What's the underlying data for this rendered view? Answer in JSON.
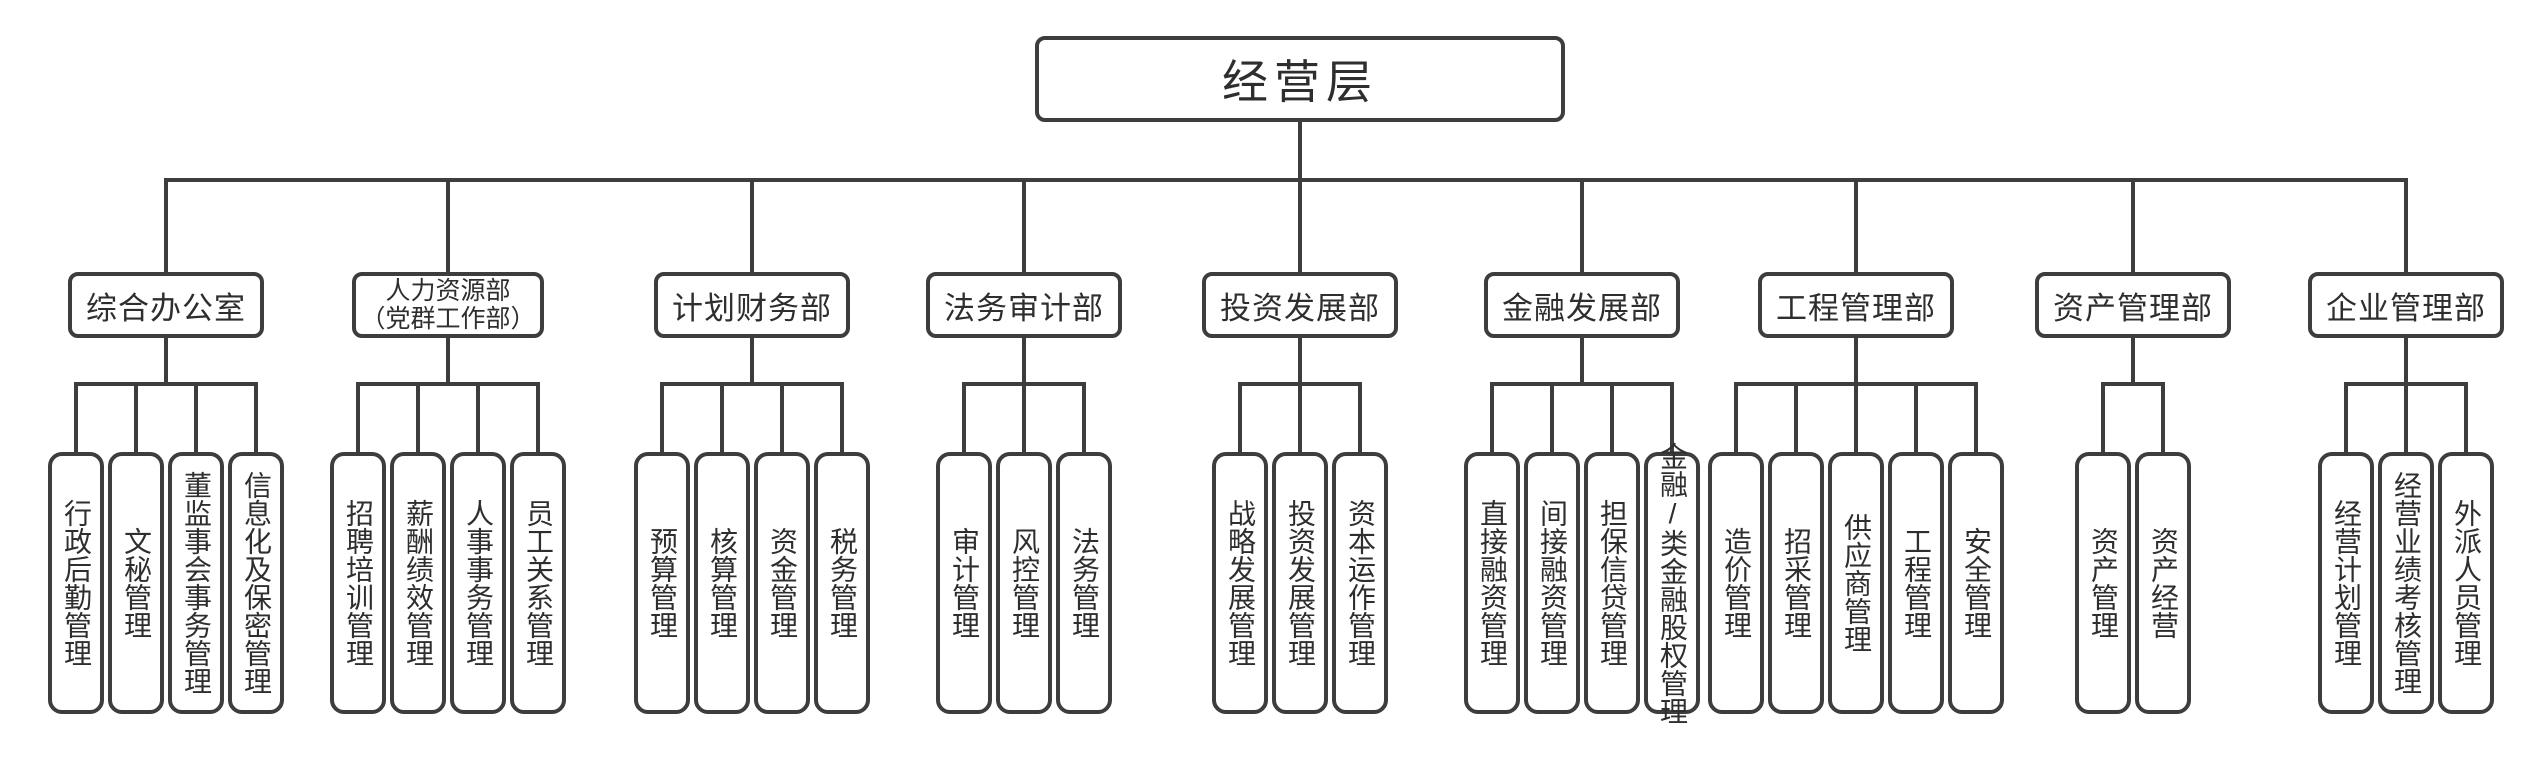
{
  "root": {
    "label": "经营层"
  },
  "groups": [
    {
      "label": "综合办公室",
      "children": [
        "行政后勤管理",
        "文秘管理",
        "董监事会事务管理",
        "信息化及保密管理"
      ]
    },
    {
      "label": "人力资源部",
      "label2": "（党群工作部）",
      "children": [
        "招聘培训管理",
        "薪酬绩效管理",
        "人事事务管理",
        "员工关系管理"
      ]
    },
    {
      "label": "计划财务部",
      "children": [
        "预算管理",
        "核算管理",
        "资金管理",
        "税务管理"
      ]
    },
    {
      "label": "法务审计部",
      "children": [
        "审计管理",
        "风控管理",
        "法务管理"
      ]
    },
    {
      "label": "投资发展部",
      "children": [
        "战略发展管理",
        "投资发展管理",
        "资本运作管理"
      ]
    },
    {
      "label": "金融发展部",
      "children": [
        "直接融资管理",
        "间接融资管理",
        "担保信贷管理",
        "金融/类金融股权管理"
      ]
    },
    {
      "label": "工程管理部",
      "children": [
        "造价管理",
        "招采管理",
        "供应商管理",
        "工程管理",
        "安全管理"
      ]
    },
    {
      "label": "资产管理部",
      "children": [
        "资产管理",
        "资产经营"
      ]
    },
    {
      "label": "企业管理部",
      "children": [
        "经营计划管理",
        "经营业绩考核管理",
        "外派人员管理"
      ]
    }
  ],
  "colors": {
    "line": "#3d3d3d",
    "text": "#2e2e2e",
    "background": "#ffffff"
  }
}
